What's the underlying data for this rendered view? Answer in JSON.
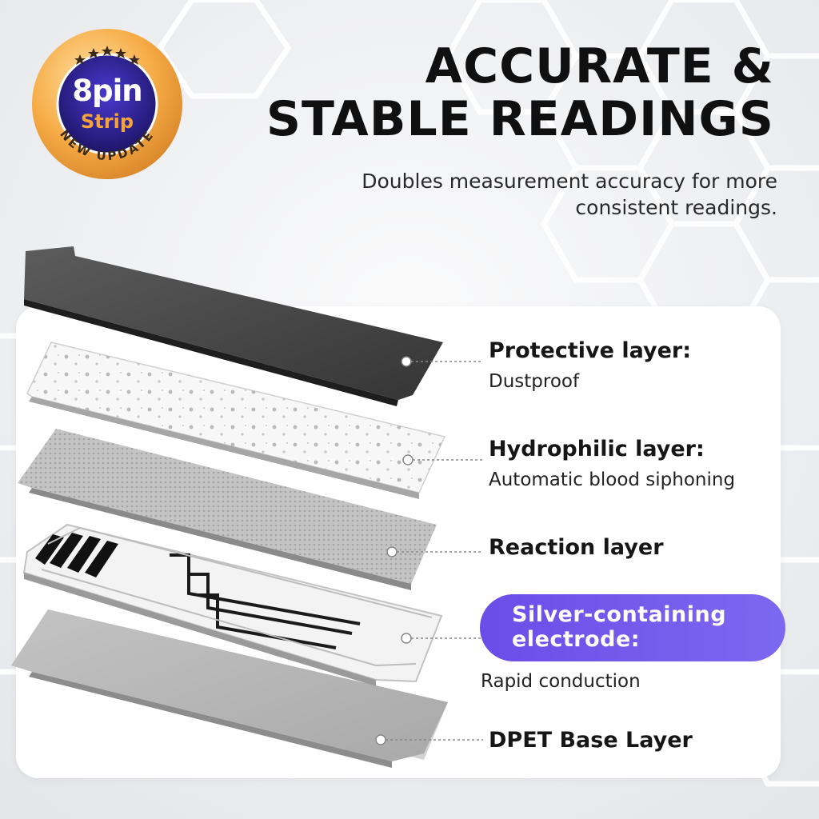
{
  "badge": {
    "main": "8pin",
    "sub": "Strip",
    "ring_text": "NEW UPDATE",
    "colors": {
      "ring": "#f4a53c",
      "center": "#2a1f8c",
      "stars": "#3a2a1a"
    }
  },
  "headline": {
    "line1": "ACCURATE &",
    "line2": "STABLE READINGS"
  },
  "subtitle": "Doubles measurement accuracy for more consistent readings.",
  "layers": [
    {
      "title": "Protective layer:",
      "desc": "Dustproof"
    },
    {
      "title": "Hydrophilic layer:",
      "desc": "Automatic blood siphoning"
    },
    {
      "title": "Reaction layer",
      "desc": ""
    },
    {
      "title": "Silver-containing electrode:",
      "desc": "Rapid conduction",
      "highlight": true
    },
    {
      "title": "DPET Base Layer",
      "desc": ""
    }
  ],
  "colors": {
    "accent": "#6f56ea",
    "text": "#111111",
    "panel": "#ffffff"
  }
}
